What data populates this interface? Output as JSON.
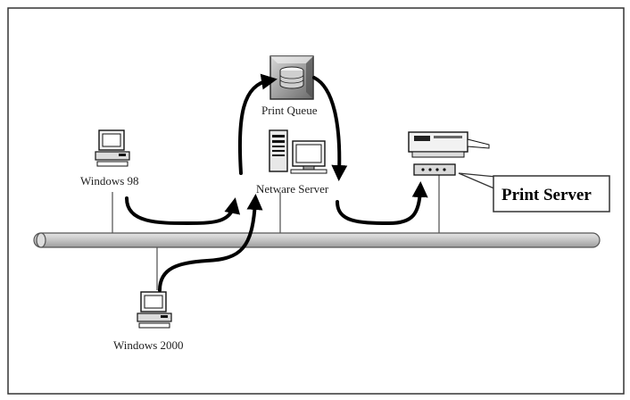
{
  "nodes": {
    "windows98": {
      "label": "Windows 98"
    },
    "windows2000": {
      "label": "Windows 2000"
    },
    "print_queue": {
      "label": "Print Queue"
    },
    "netware_server": {
      "label": "Netware Server"
    },
    "print_server": {
      "label": "Print Server"
    }
  },
  "colors": {
    "border": "#333333",
    "network_bus": "#c8c8c8",
    "arrow": "#000000",
    "device_fill": "#eeeeee"
  },
  "icons": {
    "windows98": "desktop-computer-icon",
    "windows2000": "desktop-computer-icon",
    "print_queue": "database-stack-icon",
    "netware_server": "server-tower-icon",
    "printer": "printer-icon",
    "print_server": "print-server-box-icon"
  }
}
